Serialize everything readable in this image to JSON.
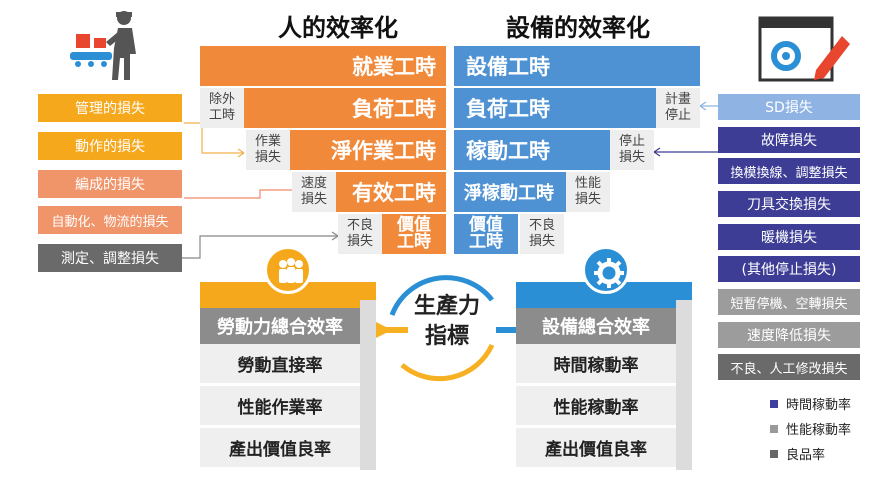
{
  "titles": {
    "human": "人的效率化",
    "equipment": "設備的效率化"
  },
  "human_bars": {
    "working_hours": "就業工時",
    "load_hours": "負荷工時",
    "net_work_hours": "淨作業工時",
    "effective_hours": "有效工時",
    "value_hours": "價值工時"
  },
  "equipment_bars": {
    "equipment_hours": "設備工時",
    "load_hours": "負荷工時",
    "operating_hours": "稼動工時",
    "net_operating_hours": "淨稼動工時",
    "value_hours": "價值工時"
  },
  "gray_labels": {
    "excluded_hours": "除外工時",
    "work_loss": "作業損失",
    "speed_loss": "速度損失",
    "defect_loss_h": "不良損失",
    "planned_stop": "計畫停止",
    "stop_loss": "停止損失",
    "performance_loss": "性能損失",
    "defect_loss_e": "不良損失"
  },
  "left_losses": [
    "管理的損失",
    "動作的損失",
    "編成的損失",
    "自動化、物流的損失",
    "測定、調整損失"
  ],
  "right_losses": [
    "SD損失",
    "故障損失",
    "換模換線、調整損失",
    "刀具交換損失",
    "暖機損失",
    "(其他停止損失)",
    "短暫停機、空轉損失",
    "速度降低損失",
    "不良、人工修改損失"
  ],
  "center": {
    "line1": "生產力",
    "line2": "指標"
  },
  "labor_stack": {
    "header": "勞動力總合效率",
    "tiers": [
      "勞動直接率",
      "性能作業率",
      "產出價值良率"
    ]
  },
  "equipment_stack": {
    "header": "設備總合效率",
    "tiers": [
      "時間稼動率",
      "性能稼動率",
      "產出價值良率"
    ]
  },
  "legend": [
    {
      "label": "時間稼動率",
      "color": "#3f3f9f"
    },
    {
      "label": "性能稼動率",
      "color": "#9a9a9a"
    },
    {
      "label": "良品率",
      "color": "#666666"
    }
  ],
  "colors": {
    "orange": "#f08a3a",
    "blue": "#4f92d4",
    "gold": "#f6a81c",
    "salmon": "#f0946a",
    "navy": "#3d3d96",
    "gray_dark": "#6a6a6a",
    "gray_mid": "#9c9c9c",
    "sd_blue": "#8fb3e2"
  }
}
